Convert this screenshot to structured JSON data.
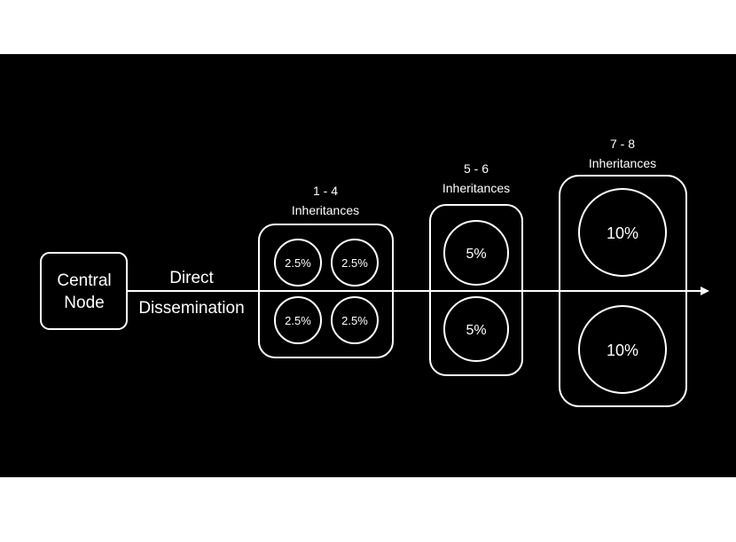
{
  "central_node": {
    "line1": "Central",
    "line2": "Node"
  },
  "dissemination": {
    "line1": "Direct",
    "line2": "Dissemination"
  },
  "groups": [
    {
      "label_line1": "1 - 4",
      "label_line2": "Inheritances",
      "nodes": [
        "2.5%",
        "2.5%",
        "2.5%",
        "2.5%"
      ]
    },
    {
      "label_line1": "5 - 6",
      "label_line2": "Inheritances",
      "nodes": [
        "5%",
        "5%"
      ]
    },
    {
      "label_line1": "7 - 8",
      "label_line2": "Inheritances",
      "nodes": [
        "10%",
        "10%"
      ]
    }
  ],
  "colors": {
    "background": "#000000",
    "foreground": "#ffffff",
    "page": "#ffffff"
  }
}
